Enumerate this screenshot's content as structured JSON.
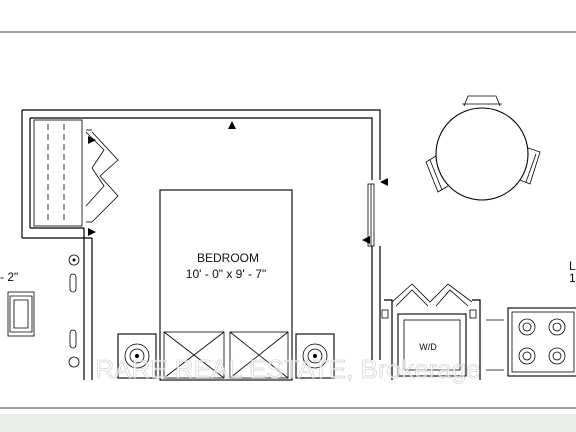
{
  "room": {
    "name": "BEDROOM",
    "dimensions": "10' - 0\" x 9' - 7\""
  },
  "labels": {
    "laundry": "W/D",
    "left_dim_fragment": "- 2\"",
    "right_fragment_top": "L",
    "right_fragment_bottom": "1"
  },
  "watermark": "RARE REAL ESTATE, Brokerage"
}
